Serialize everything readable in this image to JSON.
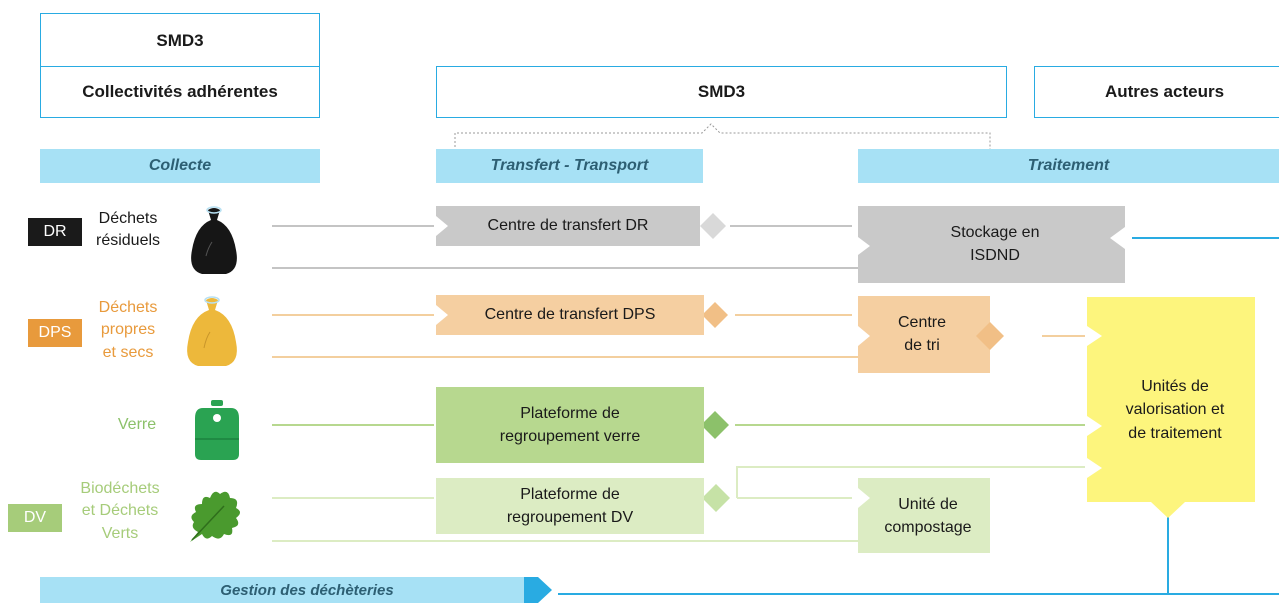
{
  "colors": {
    "accent_blue": "#29abe2",
    "stage_bg": "#a7e1f5",
    "dr_box": "#c9c9c9",
    "dps_box": "#f5cfa1",
    "dps_text": "#e89a3c",
    "verre_box": "#b7d88f",
    "verre_text": "#8cc16a",
    "dv_box": "#dcecc3",
    "dv_text": "#a6cc7a",
    "valorisation_box": "#fdf57d",
    "line_grey": "#c4c4c4",
    "line_orange": "#f3cf9e",
    "line_green": "#b7d88f"
  },
  "header": {
    "smd3_top": "SMD3",
    "collectivites": "Collectivités adhérentes",
    "smd3_center": "SMD3",
    "autres_acteurs": "Autres acteurs"
  },
  "stages": {
    "collecte": "Collecte",
    "transfert": "Transfert - Transport",
    "traitement": "Traitement"
  },
  "streams": {
    "dr": {
      "tag": "DR",
      "label_1": "Déchets",
      "label_2": "résiduels",
      "icon": "black-trash-bag-icon"
    },
    "dps": {
      "tag": "DPS",
      "label_1": "Déchets",
      "label_2": "propres",
      "label_3": "et secs",
      "icon": "yellow-trash-bag-icon"
    },
    "verre": {
      "label": "Verre",
      "icon": "green-glass-container-icon"
    },
    "dv": {
      "tag": "DV",
      "label_1": "Biodéchets",
      "label_2": "et Déchets",
      "label_3": "Verts",
      "icon": "oak-leaf-icon"
    }
  },
  "boxes": {
    "transfert_dr": "Centre de transfert DR",
    "stockage_1": "Stockage en",
    "stockage_2": "ISDND",
    "transfert_dps": "Centre de transfert DPS",
    "tri_1": "Centre",
    "tri_2": "de tri",
    "verre_1": "Plateforme de",
    "verre_2": "regroupement verre",
    "dv_1": "Plateforme de",
    "dv_2": "regroupement DV",
    "compost_1": "Unité de",
    "compost_2": "compostage",
    "valo_1": "Unités de",
    "valo_2": "valorisation et",
    "valo_3": "de traitement"
  },
  "footer": {
    "decheteries": "Gestion des déchèteries"
  }
}
